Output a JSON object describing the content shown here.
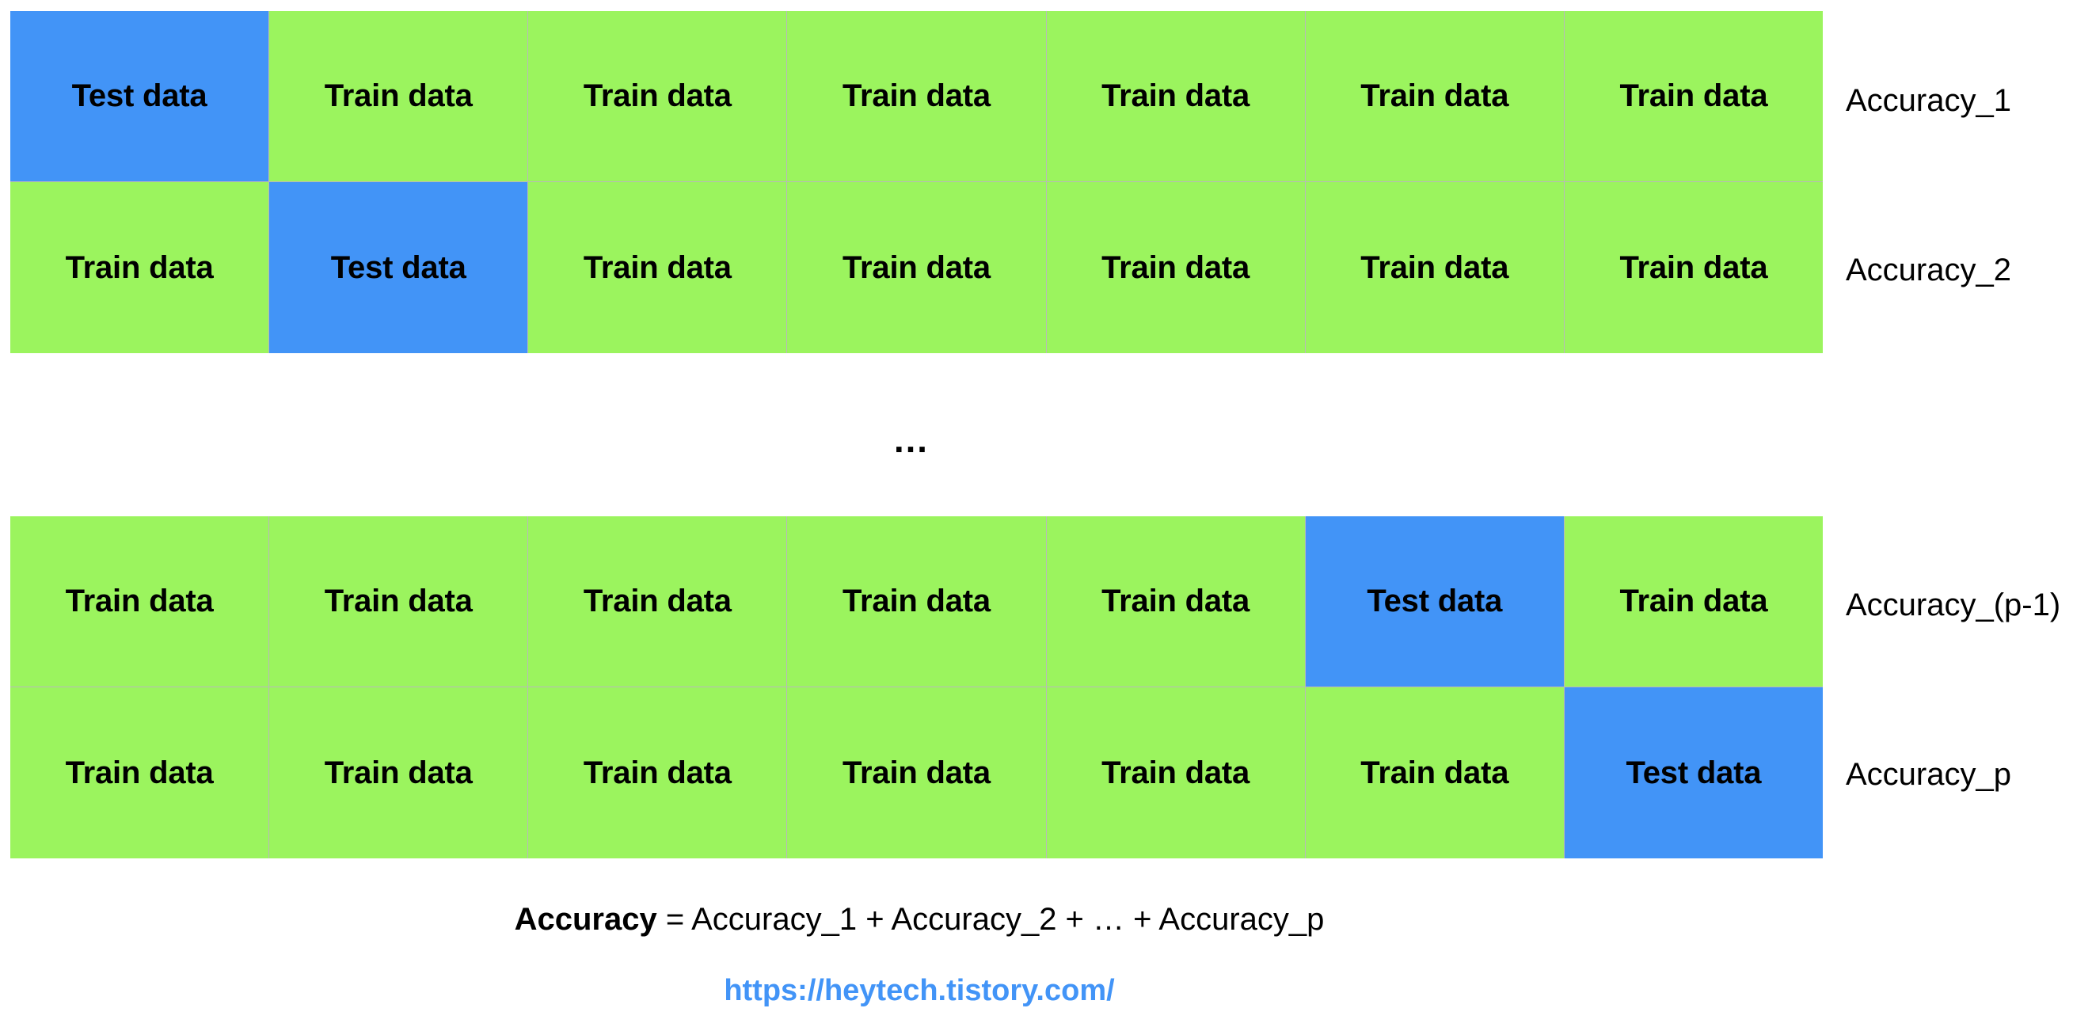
{
  "labels": {
    "train": "Train data",
    "test": "Test data",
    "ellipsis": "…"
  },
  "colors": {
    "train_fill": "#9bf45e",
    "test_fill": "#4294f7",
    "grid_line": "#b9b9b9",
    "link": "#4294f7",
    "text": "#000000"
  },
  "chart_data": {
    "type": "table",
    "title": "K-fold cross validation split diagram",
    "n_columns": 7,
    "blocks": [
      {
        "rows": [
          {
            "accuracy_label": "Accuracy_1",
            "cells": [
              "Test data",
              "Train data",
              "Train data",
              "Train data",
              "Train data",
              "Train data",
              "Train data"
            ]
          },
          {
            "accuracy_label": "Accuracy_2",
            "cells": [
              "Train data",
              "Test data",
              "Train data",
              "Train data",
              "Train data",
              "Train data",
              "Train data"
            ]
          }
        ]
      },
      {
        "rows": [
          {
            "accuracy_label": "Accuracy_(p-1)",
            "cells": [
              "Train data",
              "Train data",
              "Train data",
              "Train data",
              "Train data",
              "Test data",
              "Train data"
            ]
          },
          {
            "accuracy_label": "Accuracy_p",
            "cells": [
              "Train data",
              "Train data",
              "Train data",
              "Train data",
              "Train data",
              "Train data",
              "Test data"
            ]
          }
        ]
      }
    ]
  },
  "block1": {
    "row1": {
      "accuracy": "Accuracy_1",
      "c1": "Test data",
      "c2": "Train data",
      "c3": "Train data",
      "c4": "Train data",
      "c5": "Train data",
      "c6": "Train data",
      "c7": "Train data"
    },
    "row2": {
      "accuracy": "Accuracy_2",
      "c1": "Train data",
      "c2": "Test data",
      "c3": "Train data",
      "c4": "Train data",
      "c5": "Train data",
      "c6": "Train data",
      "c7": "Train data"
    }
  },
  "block2": {
    "row1": {
      "accuracy": "Accuracy_(p-1)",
      "c1": "Train data",
      "c2": "Train data",
      "c3": "Train data",
      "c4": "Train data",
      "c5": "Train data",
      "c6": "Test data",
      "c7": "Train data"
    },
    "row2": {
      "accuracy": "Accuracy_p",
      "c1": "Train data",
      "c2": "Train data",
      "c3": "Train data",
      "c4": "Train data",
      "c5": "Train data",
      "c6": "Train data",
      "c7": "Test data"
    }
  },
  "formula": {
    "lhs": "Accuracy",
    "rhs": " = Accuracy_1 + Accuracy_2 + … + Accuracy_p"
  },
  "source": {
    "url_text": "https://heytech.tistory.com/"
  }
}
